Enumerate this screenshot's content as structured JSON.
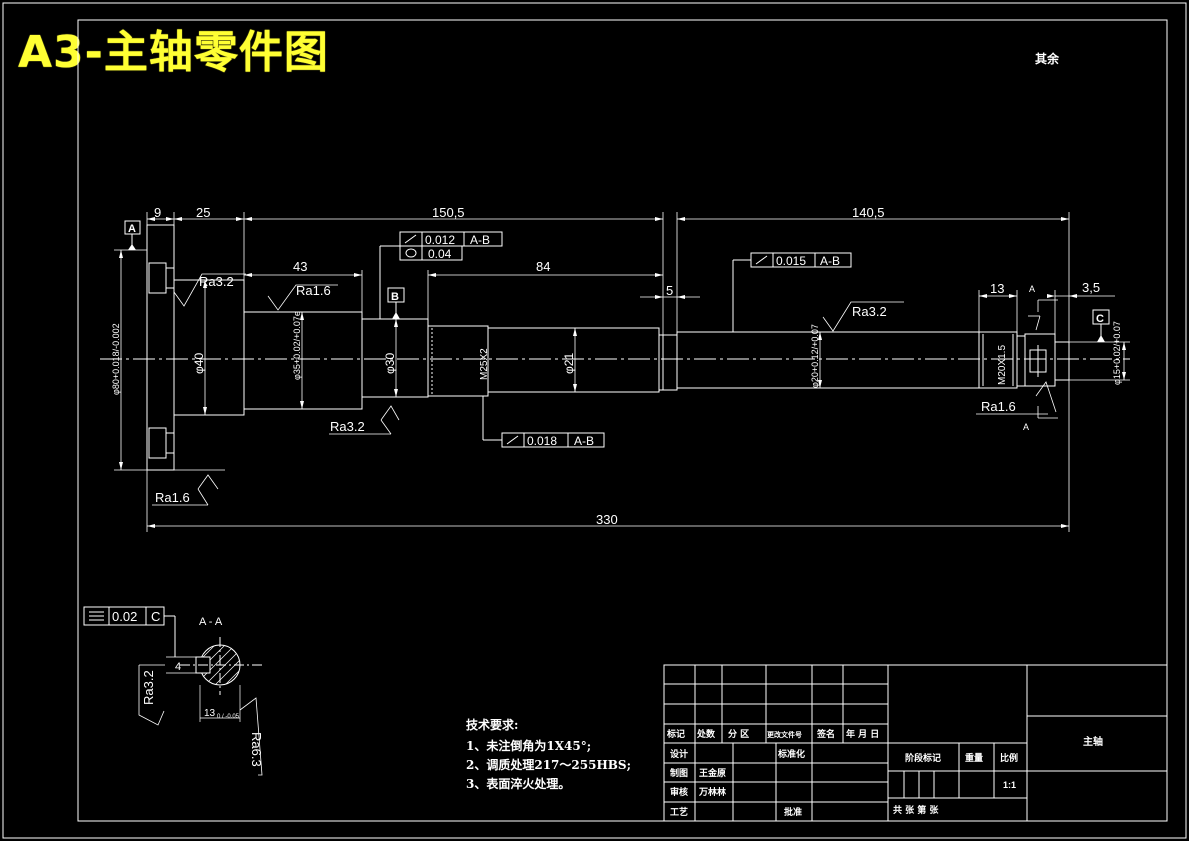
{
  "title": "A3-主轴零件图",
  "note_top_right": "其余",
  "datums": {
    "a": "A",
    "b": "B",
    "c": "C"
  },
  "dims": {
    "d9": "9",
    "d25": "25",
    "d150": "150,5",
    "d43": "43",
    "d84": "84",
    "d5": "5",
    "d140": "140,5",
    "d13": "13",
    "d35": "3,5",
    "d330": "330",
    "dia80": "φ80+0.018/-0.002",
    "dia40": "φ40",
    "dia35": "φ35+0.02/+0.07e",
    "dia30": "φ30",
    "m25": "M25X2",
    "dia21": "φ21",
    "dia20": "φ20+0.12/+0.07",
    "m20": "M20X1.5",
    "dia15": "φ15+0.02/+0.07",
    "sec_a_top": "A",
    "sec_a_bot": "A"
  },
  "roughness": {
    "r1": "Ra3.2",
    "r2": "Ra1.6",
    "r3": "Ra3.2",
    "r4": "Ra3.2",
    "r5": "Ra1.6",
    "r6": "Ra1.6",
    "sec1": "Ra3.2",
    "sec2": "Ra6.3"
  },
  "tolerances": {
    "t1_val": "0.012",
    "t1_ref": "A-B",
    "t2_val": "0.04",
    "t3_val": "0.015",
    "t3_ref": "A-B",
    "t4_val": "0.018",
    "t4_ref": "A-B",
    "t5_val": "0.02",
    "t5_ref": "C"
  },
  "section": {
    "label": "A - A",
    "dim4": "4",
    "dim13": "13",
    "dim13_tol": "0 / -0.05"
  },
  "tech": {
    "heading": "技术要求:",
    "line1": "1、未注倒角为1X45°;",
    "line2": "2、调质处理217～255HBS;",
    "line3": "3、表面淬火处理。"
  },
  "title_block": {
    "h_mark": "标记",
    "h_count": "处数",
    "h_zone": "分  区",
    "h_doc": "更改文件号",
    "h_sign": "签名",
    "h_date": "年 月 日",
    "design": "设计",
    "standard": "标准化",
    "draw": "制图",
    "drawer": "王金原",
    "check": "审核",
    "checker": "万林林",
    "process": "工艺",
    "approve": "批准",
    "stage": "阶段标记",
    "weight": "重量",
    "scale": "比例",
    "scale_val": "1:1",
    "sheets": "共   张  第   张",
    "part_name": "主轴"
  }
}
